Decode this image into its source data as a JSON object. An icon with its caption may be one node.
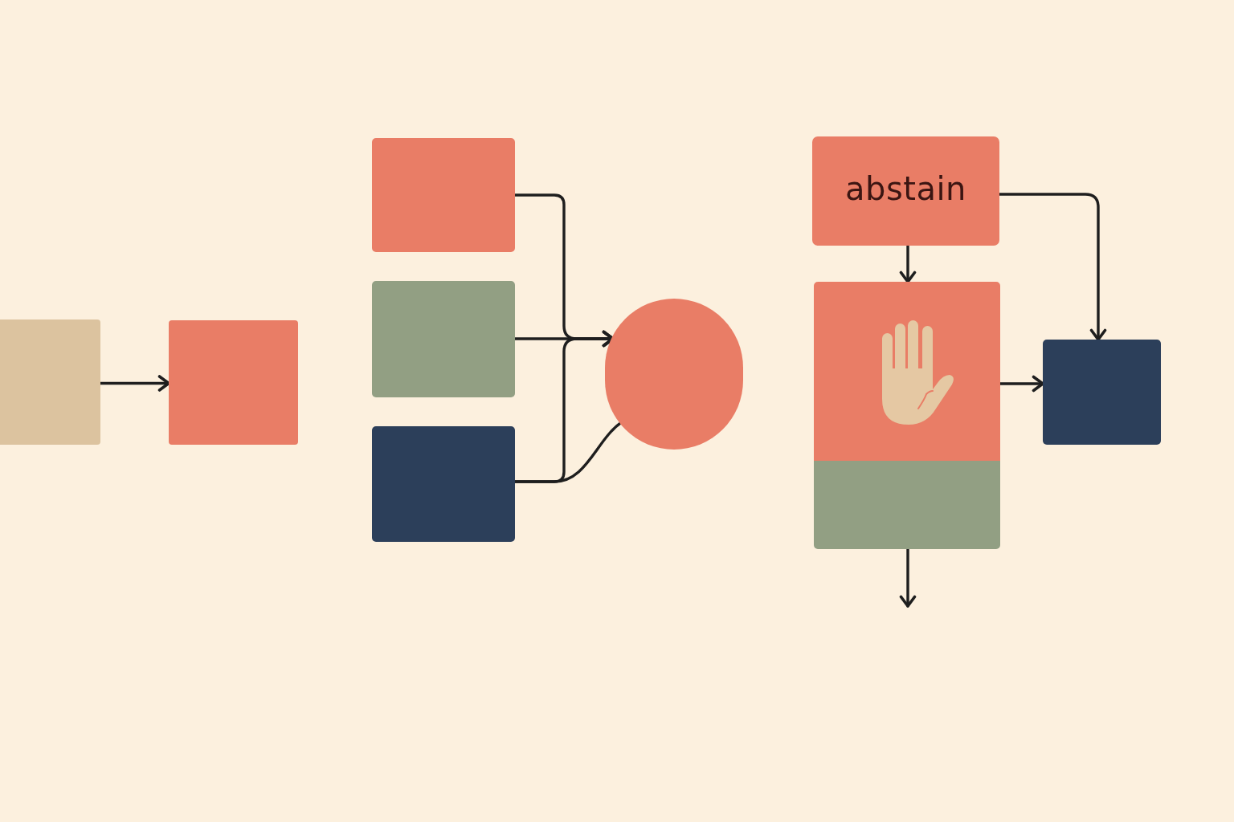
{
  "diagram": {
    "nodes": [
      {
        "text": [],
        "shape": "box"
      },
      {
        "text": [],
        "shape": "box"
      },
      {
        "text": [],
        "shape": "box"
      },
      {
        "text": [],
        "shape": "box"
      },
      {
        "text": [],
        "shape": "box"
      },
      {
        "text": [],
        "shape": "circle"
      },
      {
        "text": [
          "abstain"
        ]
      },
      {
        "text": [],
        "shape": "box"
      },
      {
        "text": [],
        "shape": "box"
      },
      {
        "text": [],
        "shape": "box"
      }
    ],
    "edges": [
      {
        "from": 0,
        "to": 1,
        "arrow": "to"
      },
      {
        "from": 2,
        "to": 5,
        "arrow": "to"
      },
      {
        "from": 3,
        "to": 5,
        "arrow": "to"
      },
      {
        "from": 4,
        "to": 5,
        "arrow": "to"
      },
      {
        "from": 4,
        "to": 5,
        "arrow": "none"
      },
      {
        "from": 6,
        "to": 7,
        "arrow": "to"
      },
      {
        "from": 6,
        "to": 9,
        "arrow": "to"
      },
      {
        "from": 7,
        "to": 9,
        "arrow": "to"
      },
      {
        "from": 8,
        "to": null,
        "arrow": "to"
      }
    ]
  }
}
